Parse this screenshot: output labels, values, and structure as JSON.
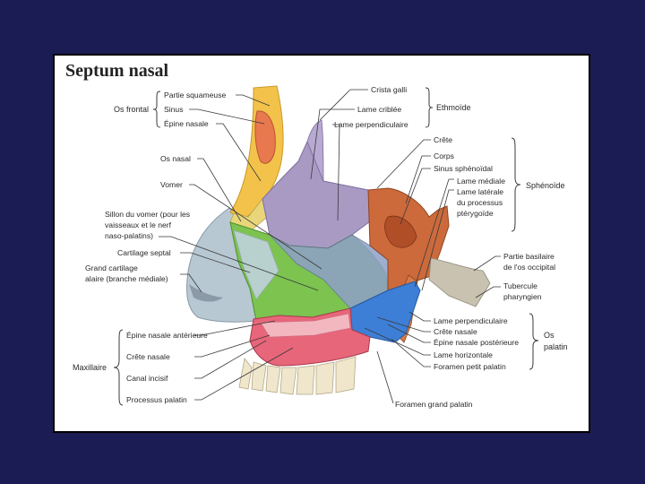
{
  "title": "Septum nasal",
  "groups": {
    "os_frontal": "Os frontal",
    "ethmoide": "Ethmoïde",
    "sphenoide": "Sphénoïde",
    "maxillaire": "Maxillaire",
    "os_palatin_1": "Os",
    "os_palatin_2": "palatin"
  },
  "labels": {
    "partie_squameuse": "Partie squameuse",
    "sinus": "Sinus",
    "epine_nasale": "Épine nasale",
    "os_nasal": "Os nasal",
    "vomer": "Vomer",
    "sillon_1": "Sillon du vomer (pour les",
    "sillon_2": "vaisseaux et le nerf",
    "sillon_3": "naso-palatins)",
    "cartilage_septal": "Cartilage septal",
    "grand_cartilage_1": "Grand cartilage",
    "grand_cartilage_2": "alaire (branche médiale)",
    "crista_galli": "Crista galli",
    "lame_criblee": "Lame criblée",
    "lame_perpendiculaire": "Lame perpendiculaire",
    "crete": "Crête",
    "corps": "Corps",
    "sinus_sphenoidal": "Sinus sphénoïdal",
    "lame_mediale": "Lame médiale",
    "lame_laterale": "Lame latérale",
    "du_processus": "du processus",
    "pterygoide": "ptérygoïde",
    "partie_basilaire_1": "Partie basilaire",
    "partie_basilaire_2": "de l'os occipital",
    "tubercule_1": "Tubercule",
    "tubercule_2": "pharyngien",
    "pal_lame_perpendiculaire": "Lame perpendiculaire",
    "pal_crete_nasale": "Crête nasale",
    "epine_nasale_posterieure": "Épine nasale postérieure",
    "lame_horizontale": "Lame horizontale",
    "foramen_petit_palatin": "Foramen petit palatin",
    "epine_nasale_anterieure": "Épine nasale antérieure",
    "max_crete_nasale": "Crête nasale",
    "canal_incisif": "Canal incisif",
    "processus_palatin": "Processus palatin",
    "foramen_grand_palatin": "Foramen grand palatin"
  },
  "colors": {
    "background": "#1c1c54",
    "frontal": "#f2c24a",
    "frontal_sinus": "#e8784e",
    "ethmoid": "#a99ac4",
    "vomer": "#8fa0c8",
    "septal_cartilage": "#7cc350",
    "sphenoid": "#cc6a3c",
    "palatine": "#3d7fd6",
    "maxilla": "#e8667a",
    "occipital": "#c9c2b0",
    "skin": "#b7c8d2"
  }
}
